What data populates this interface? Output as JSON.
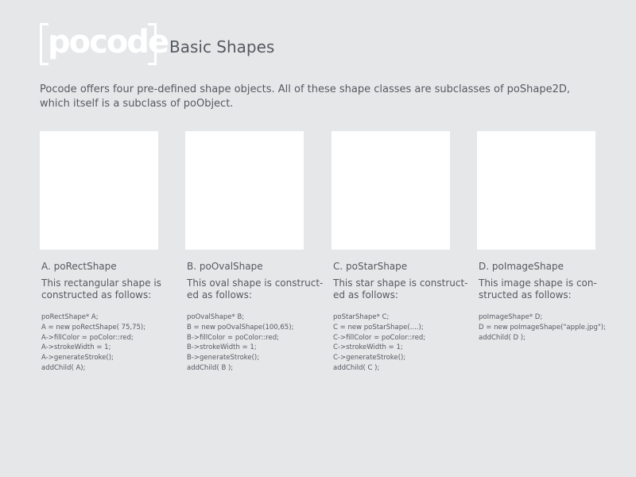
{
  "header": {
    "logo_text": "pocode",
    "title": "Basic Shapes"
  },
  "intro": "Pocode offers four pre-defined shape objects. All of these shape classes are subclasses of poShape2D, which itself is a subclass of poObject.",
  "cards": [
    {
      "title": "A. poRectShape",
      "description": [
        "This rectangular shape is",
        "constructed as follows:"
      ],
      "code": [
        "poRectShape* A;",
        "A = new poRectShape( 75,75);",
        "A->fillColor = poColor::red;",
        "A->strokeWidth = 1;",
        "A->generateStroke();",
        "addChild( A);"
      ]
    },
    {
      "title": "B. poOvalShape",
      "description": [
        "This oval shape is construct-",
        "ed as follows:"
      ],
      "code": [
        "poOvalShape* B;",
        "B = new poOvalShape(100,65);",
        "B->fillColor = poColor::red;",
        "B->strokeWidth = 1;",
        "B->generateStroke();",
        "addChild( B );"
      ]
    },
    {
      "title": "C. poStarShape",
      "description": [
        "This star shape is construct-",
        "ed as follows:"
      ],
      "code": [
        "poStarShape* C;",
        "C = new poStarShape(....);",
        "C->fillColor = poColor::red;",
        "C->strokeWidth = 1;",
        "C->generateStroke();",
        "addChild( C );"
      ]
    },
    {
      "title": "D. poImageShape",
      "description": [
        "This image shape is con-",
        "structed as follows:"
      ],
      "code": [
        "poImageShape* D;",
        "D = new poImageShape(\"apple.jpg\");",
        "addChild( D );"
      ]
    }
  ]
}
